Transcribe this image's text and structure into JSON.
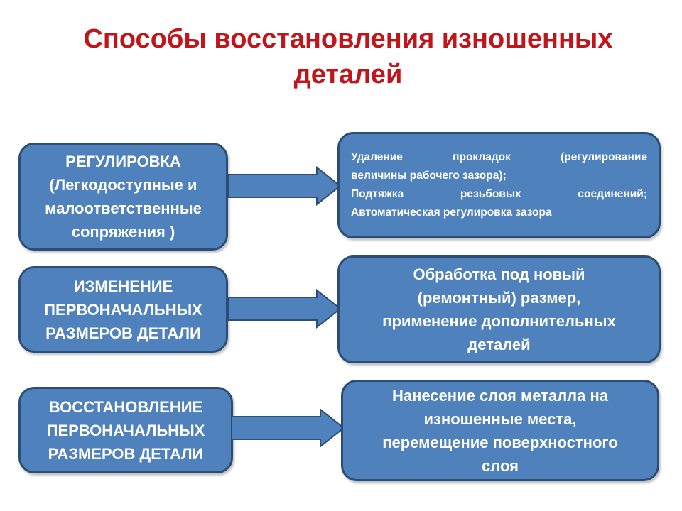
{
  "title": {
    "line1": "Способы восстановления изношенных",
    "line2": "деталей"
  },
  "rows": [
    {
      "method": [
        "РЕГУЛИРОВКА",
        "(Легкодоступные и",
        "малоответственные",
        "сопряжения )"
      ],
      "detail_lines": [
        "Удаление прокладок (регулирование",
        "величины рабочего зазора);",
        "Подтяжка резьбовых соединений;",
        "Автоматическая регулировка зазора"
      ]
    },
    {
      "method": [
        "ИЗМЕНЕНИЕ",
        "ПЕРВОНАЧАЛЬНЫХ",
        "РАЗМЕРОВ ДЕТАЛИ"
      ],
      "detail": [
        "Обработка под новый",
        "(ремонтный) размер,",
        "применение дополнительных",
        "деталей"
      ]
    },
    {
      "method": [
        "ВОССТАНОВЛЕНИЕ",
        "ПЕРВОНАЧАЛЬНЫХ",
        "РАЗМЕРОВ ДЕТАЛИ"
      ],
      "detail": [
        "Нанесение слоя металла на",
        "изношенные места,",
        "перемещение поверхностного",
        "слоя"
      ]
    }
  ],
  "colors": {
    "title": "#c0161b",
    "box_fill": "#4f81bd",
    "box_border": "#2c4d75",
    "text": "#ffffff"
  }
}
